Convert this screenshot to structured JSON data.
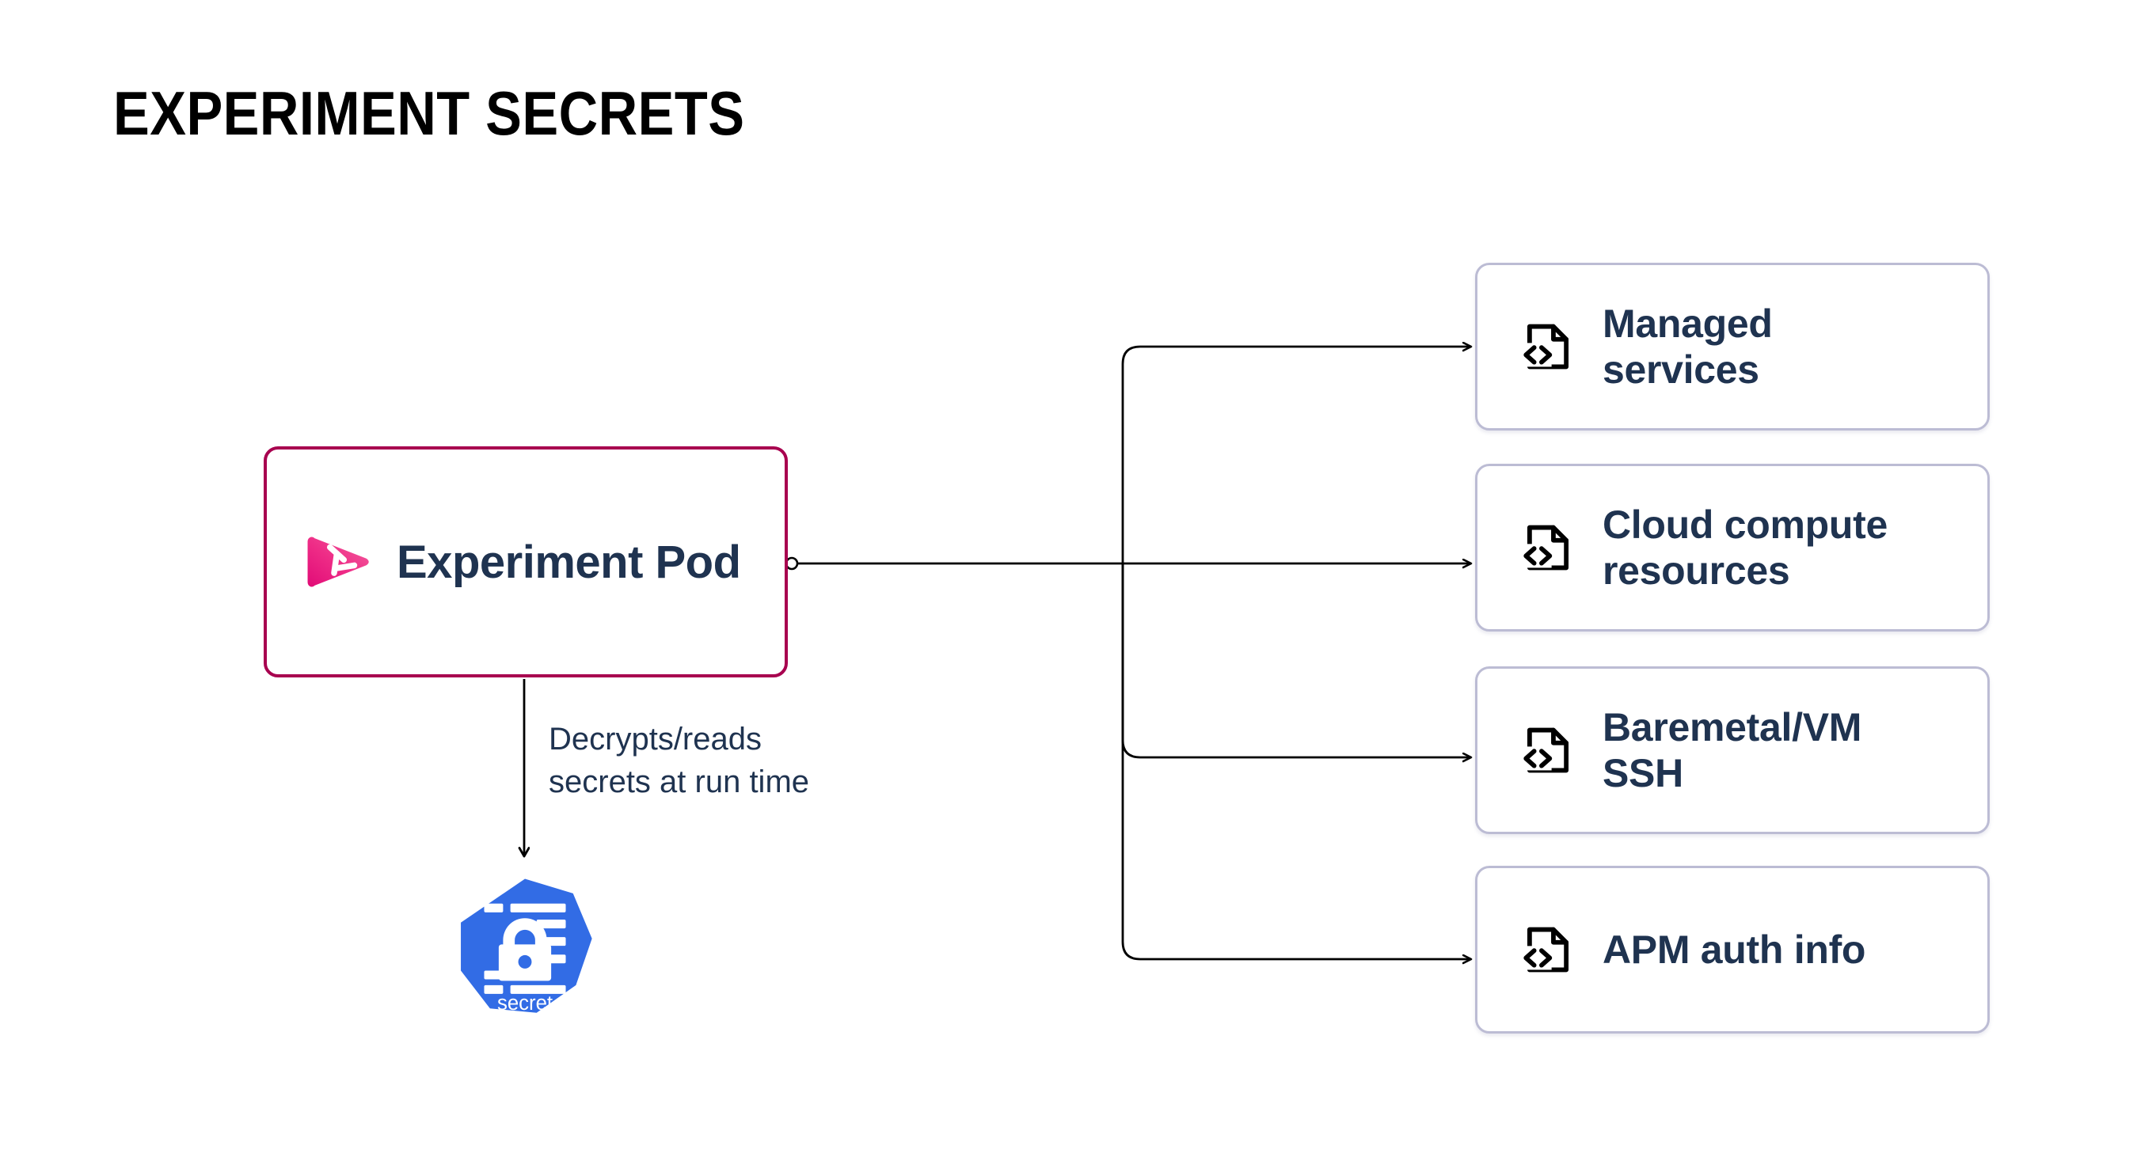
{
  "page": {
    "title": "EXPERIMENT SECRETS",
    "background_color": "#ffffff"
  },
  "colors": {
    "pod_border": "#a8004f",
    "card_border": "#bcbcd4",
    "text_navy": "#1f3350",
    "connector": "#000000",
    "secret_blue": "#326ce5",
    "logo_pink_light": "#f2549a",
    "logo_pink_dark": "#e6007e"
  },
  "pod": {
    "label": "Experiment Pod",
    "logo_icon": "gremlin-logo-icon",
    "port_icon": "connector-port-circle-icon"
  },
  "secret_edge": {
    "label_line_1": "Decrypts/reads",
    "label_line_2": "secrets at run time",
    "arrow_icon": "arrow-down-icon"
  },
  "secret": {
    "label": "secret",
    "icon": "kubernetes-secret-icon"
  },
  "resources": {
    "card_icon": "file-code-icon",
    "arrow_icon": "arrow-right-icon",
    "items": [
      {
        "line_1": "Managed",
        "line_2": "services"
      },
      {
        "line_1": "Cloud compute",
        "line_2": "resources"
      },
      {
        "line_1": "Baremetal/VM",
        "line_2": "SSH"
      },
      {
        "line_1": "APM auth info",
        "line_2": ""
      }
    ]
  }
}
